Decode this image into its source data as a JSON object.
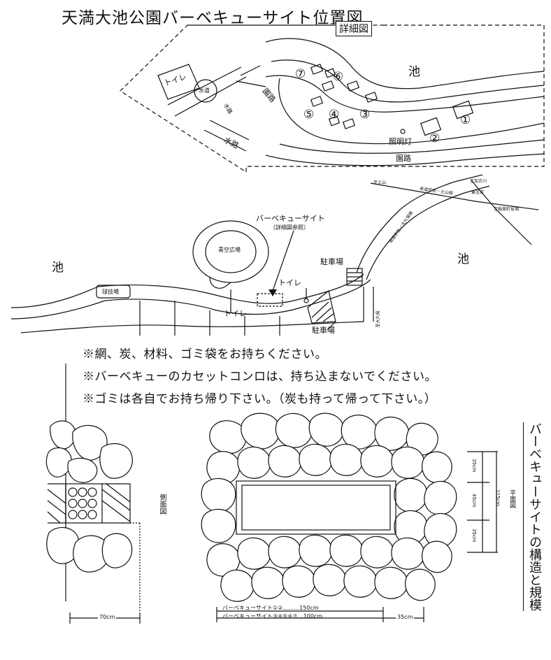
{
  "title": "天満大池公園バーベキューサイト位置図",
  "detail_map": {
    "frame_label": "詳細図",
    "pond": "池",
    "toilet": "トイレ",
    "water": "水道",
    "waterway_short": "水路",
    "waterway": "水路",
    "park_road_1": "園路",
    "park_road_2": "園路",
    "lamp": "照明灯",
    "sites": [
      "①",
      "②",
      "③",
      "④",
      "⑤",
      "⑥",
      "⑦"
    ]
  },
  "overview_map": {
    "pond_left": "池",
    "pond_right": "池",
    "bbq_site": "バーベキューサイト",
    "bbq_site_note": "（詳細図参照）",
    "sky_plaza": "青空広場",
    "ball_field": "球技場",
    "toilet_1": "トイレ",
    "toilet_2": "トイレ",
    "parking_1": "駐車場",
    "parking_2": "駐車場",
    "road_labels": [
      "至土山",
      "県道宗佐・土山線",
      "至加古川",
      "県道宗佐・大久保線",
      "東芝店",
      "至稲美町役場",
      "至大久保"
    ]
  },
  "notes": [
    "※網、炭、材料、ゴミ袋をお持ちください。",
    "※バーベキューのカセットコンロは、持ち込まないでください。",
    "※ゴミは各自でお持ち帰り下さい。（炭も持って帰って下さい。）"
  ],
  "structure": {
    "heading": "バーベキューサイトの構造と規模",
    "side_view": "側面図",
    "plan_view": "平面図",
    "dim_width": "70cm",
    "dim_total": "115cm",
    "dim_35a": "35cm",
    "dim_45": "45cm",
    "dim_35b": "35cm",
    "dim_35c": "35cm",
    "size_line_1": "バーベキューサイト①②………150cm",
    "size_line_2": "バーベキューサイト③④⑤⑥⑦…100cm"
  }
}
